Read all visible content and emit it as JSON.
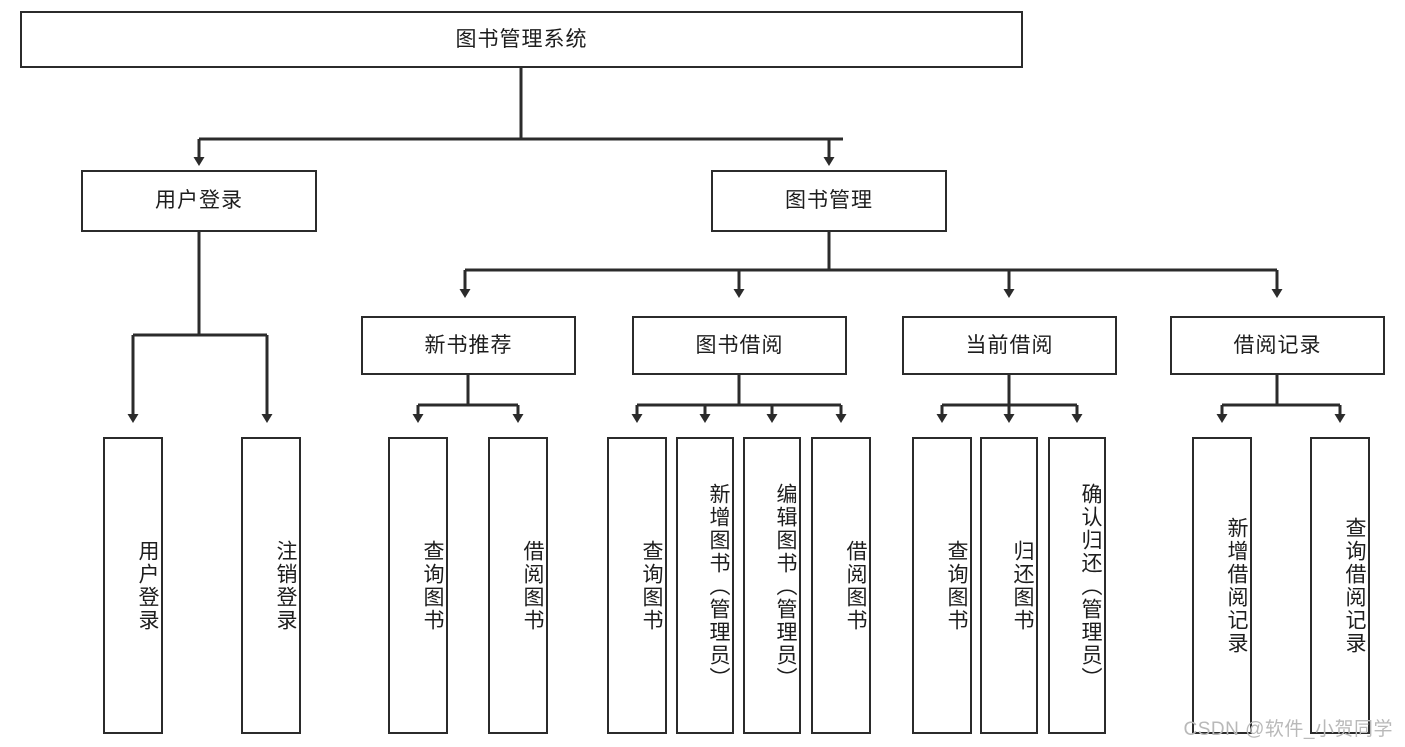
{
  "diagram": {
    "type": "tree-hierarchy-diagram",
    "title": "图书管理系统",
    "watermark": "CSDN @软件_小贺同学",
    "colors": {
      "border": "#2b2b2b",
      "background": "#ffffff",
      "text": "#1d1d1d",
      "watermark": "#b9b9b9"
    },
    "root": {
      "label": "图书管理系统"
    },
    "level1": [
      {
        "id": "user-login",
        "label": "用户登录"
      },
      {
        "id": "book-management",
        "label": "图书管理"
      }
    ],
    "level2": [
      {
        "id": "new-book-recommend",
        "label": "新书推荐",
        "parent": "book-management"
      },
      {
        "id": "book-borrow",
        "label": "图书借阅",
        "parent": "book-management"
      },
      {
        "id": "current-borrow",
        "label": "当前借阅",
        "parent": "book-management"
      },
      {
        "id": "borrow-record",
        "label": "借阅记录",
        "parent": "book-management"
      }
    ],
    "leaves": [
      {
        "id": "leaf-user-login",
        "label": "用户登录",
        "parent": "user-login"
      },
      {
        "id": "leaf-user-logout",
        "label": "注销登录",
        "parent": "user-login"
      },
      {
        "id": "leaf-query-book-1",
        "label": "查询图书",
        "parent": "new-book-recommend"
      },
      {
        "id": "leaf-borrow-book-1",
        "label": "借阅图书",
        "parent": "new-book-recommend"
      },
      {
        "id": "leaf-query-book-2",
        "label": "查询图书",
        "parent": "book-borrow"
      },
      {
        "id": "leaf-add-book",
        "label": "新增图书（管理员）",
        "parent": "book-borrow"
      },
      {
        "id": "leaf-edit-book",
        "label": "编辑图书（管理员）",
        "parent": "book-borrow"
      },
      {
        "id": "leaf-borrow-book-2",
        "label": "借阅图书",
        "parent": "book-borrow"
      },
      {
        "id": "leaf-query-book-3",
        "label": "查询图书",
        "parent": "current-borrow"
      },
      {
        "id": "leaf-return-book",
        "label": "归还图书",
        "parent": "current-borrow"
      },
      {
        "id": "leaf-confirm-return",
        "label": "确认归还（管理员）",
        "parent": "current-borrow"
      },
      {
        "id": "leaf-add-record",
        "label": "新增借阅记录",
        "parent": "borrow-record"
      },
      {
        "id": "leaf-query-record",
        "label": "查询借阅记录",
        "parent": "borrow-record"
      }
    ]
  }
}
